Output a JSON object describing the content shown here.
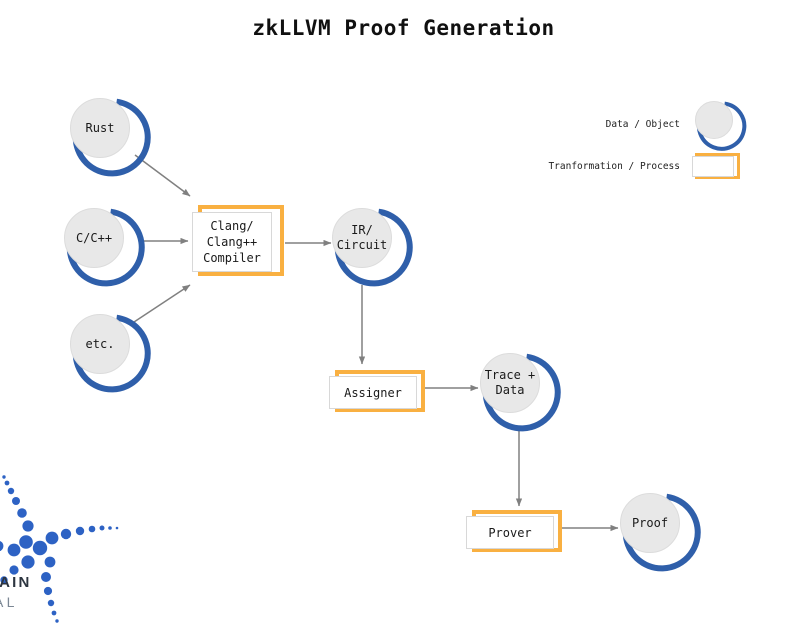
{
  "title": "zkLLVM Proof Generation",
  "colors": {
    "blue": "#2f5faa",
    "orange": "#f9b041",
    "disc": "#e8e8e8",
    "arrow": "#808080",
    "text": "#1a1a1a",
    "background": "#ffffff"
  },
  "nodes": {
    "rust": {
      "label": "Rust",
      "type": "data-object"
    },
    "cpp": {
      "label": "C/C++",
      "type": "data-object"
    },
    "etc": {
      "label": "etc.",
      "type": "data-object"
    },
    "compiler": {
      "label": "Clang/\nClang++\nCompiler",
      "type": "transformation-process"
    },
    "ir": {
      "label": "IR/\nCircuit",
      "type": "data-object"
    },
    "assigner": {
      "label": "Assigner",
      "type": "transformation-process"
    },
    "trace": {
      "label": "Trace +\nData",
      "type": "data-object"
    },
    "prover": {
      "label": "Prover",
      "type": "transformation-process"
    },
    "proof": {
      "label": "Proof",
      "type": "data-object"
    }
  },
  "legend": {
    "data_object": "Data / Object",
    "transformation": "Tranformation / Process"
  },
  "logo": {
    "line1": "KCHAIN",
    "line2": "PITAL"
  },
  "edges": [
    {
      "from": "rust",
      "to": "compiler"
    },
    {
      "from": "cpp",
      "to": "compiler"
    },
    {
      "from": "etc",
      "to": "compiler"
    },
    {
      "from": "compiler",
      "to": "ir"
    },
    {
      "from": "ir",
      "to": "assigner"
    },
    {
      "from": "assigner",
      "to": "trace"
    },
    {
      "from": "trace",
      "to": "prover"
    },
    {
      "from": "prover",
      "to": "proof"
    }
  ]
}
